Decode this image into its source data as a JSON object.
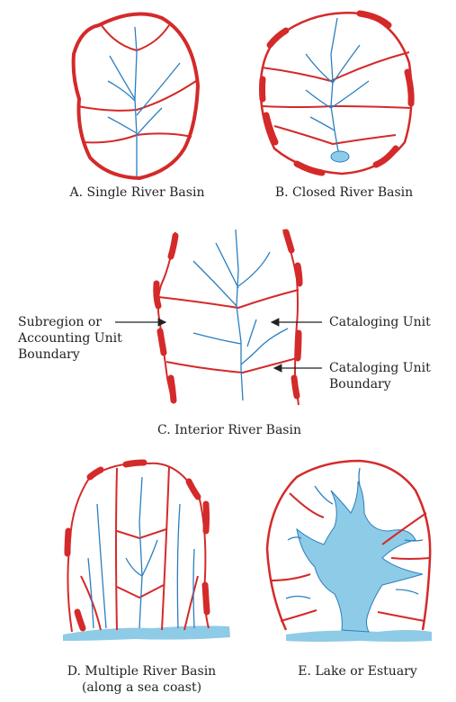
{
  "panels": {
    "a": {
      "caption": "A. Single River Basin"
    },
    "b": {
      "caption": "B. Closed River Basin"
    },
    "c": {
      "caption": "C. Interior River Basin",
      "label_left_1": "Subregion or",
      "label_left_2": "Accounting Unit",
      "label_left_3": "Boundary",
      "label_right_1": "Cataloging Unit",
      "label_right_2a": "Cataloging Unit",
      "label_right_2b": "Boundary"
    },
    "d": {
      "caption_1": "D. Multiple River Basin",
      "caption_2": "(along a sea coast)"
    },
    "e": {
      "caption": "E. Lake or Estuary"
    }
  },
  "colors": {
    "boundary": "#d42a2a",
    "river": "#2b7fc0",
    "water": "#8ecbe6"
  }
}
